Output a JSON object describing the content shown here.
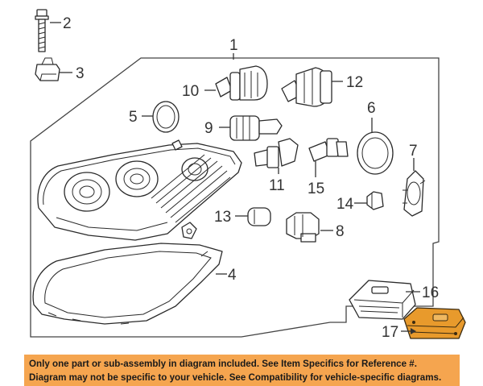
{
  "diagram": {
    "callouts": {
      "c1": "1",
      "c2": "2",
      "c3": "3",
      "c4": "4",
      "c5": "5",
      "c6": "6",
      "c7": "7",
      "c8": "8",
      "c9": "9",
      "c10": "10",
      "c11": "11",
      "c12": "12",
      "c13": "13",
      "c14": "14",
      "c15": "15",
      "c16": "16",
      "c17": "17"
    },
    "highlight_color": "#e89a2c",
    "banner_color": "#f5a54f"
  },
  "notice": {
    "line1": "Only one part or sub-assembly in diagram included. See Item Specifics for Reference #.",
    "line2": "Diagram may not be specific to your vehicle. See Compatibility for vehicle-specific diagrams."
  }
}
